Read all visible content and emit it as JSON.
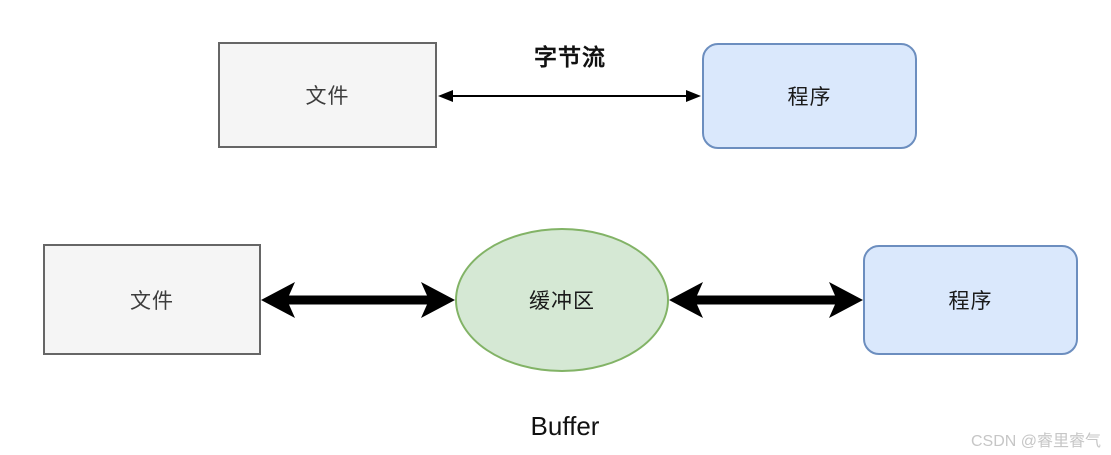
{
  "diagram": {
    "top_row": {
      "file_label": "文件",
      "arrow_label": "字节流",
      "program_label": "程序"
    },
    "bottom_row": {
      "file_label": "文件",
      "buffer_label": "缓冲区",
      "program_label": "程序",
      "caption": "Buffer"
    },
    "watermark": "CSDN @睿里睿气",
    "colors": {
      "file_fill": "#f5f5f5",
      "file_border": "#666666",
      "program_fill": "#dae8fc",
      "program_border": "#6c8ebf",
      "buffer_fill": "#d5e8d4",
      "buffer_border": "#82b366",
      "arrow": "#000000",
      "text": "#1a1a1a",
      "watermark_text": "#c6c6c6",
      "background": "#ffffff"
    }
  }
}
